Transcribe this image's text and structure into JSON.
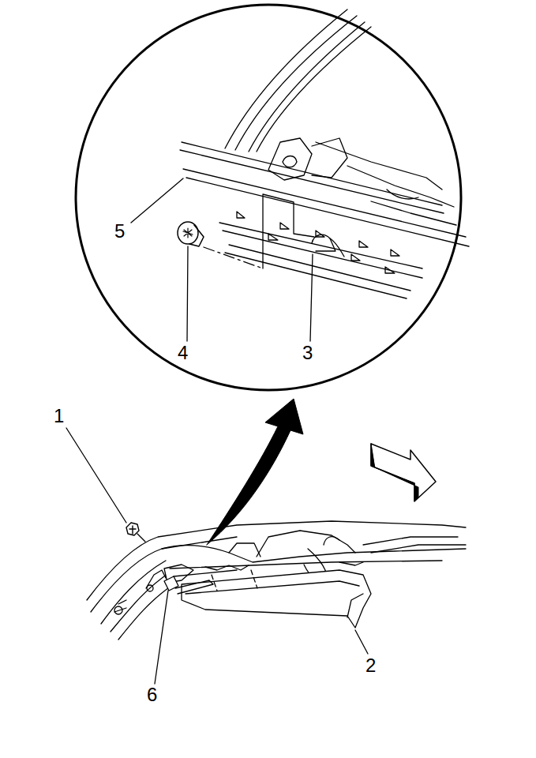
{
  "diagram": {
    "labels": [
      "5",
      "4",
      "3",
      "1",
      "2",
      "6"
    ]
  }
}
